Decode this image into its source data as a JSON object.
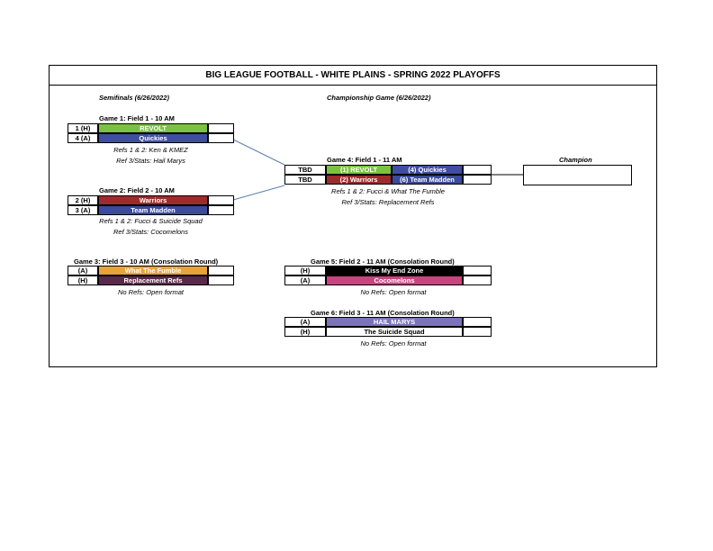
{
  "title": "BIG LEAGUE FOOTBALL - WHITE PLAINS - SPRING 2022 PLAYOFFS",
  "semifinals_header": "Semifinals (6/26/2022)",
  "championship_header": "Championship Game (6/26/2022)",
  "champion_label": "Champion",
  "colors": {
    "revolt": "#7cc242",
    "quickies": "#3f4ea0",
    "warriors": "#9e2b2b",
    "team_madden": "#3b4a9c",
    "what_the_fumble": "#e8a33a",
    "replacement_refs": "#5a2a4a",
    "kiss_my_end_zone": "#000000",
    "cocomelons": "#c9447f",
    "hail_marys": "#7b74b8",
    "connector": "#5a7fb0"
  },
  "game1": {
    "title": "Game 1: Field 1 - 10 AM",
    "rows": [
      {
        "seed": "1 (H)",
        "team": "REVOLT"
      },
      {
        "seed": "4 (A)",
        "team": "Quickies"
      }
    ],
    "notes": [
      "Refs 1 & 2: Ken & KMEZ",
      "Ref 3/Stats: Hail Marys"
    ]
  },
  "game2": {
    "title": "Game 2: Field 2 - 10 AM",
    "rows": [
      {
        "seed": "2 (H)",
        "team": "Warriors"
      },
      {
        "seed": "3 (A)",
        "team": "Team Madden"
      }
    ],
    "notes": [
      "Refs 1 & 2: Fucci & Suicide Squad",
      "Ref 3/Stats: Cocomelons"
    ]
  },
  "game3": {
    "title": "Game 3: Field 3 - 10 AM (Consolation Round)",
    "rows": [
      {
        "seed": "(A)",
        "team": "What The Fumble"
      },
      {
        "seed": "(H)",
        "team": "Replacement Refs"
      }
    ],
    "notes": [
      "No Refs: Open format"
    ]
  },
  "game4": {
    "title": "Game 4: Field 1 - 11 AM",
    "rows": [
      {
        "seed": "TBD",
        "team_a": "(1) REVOLT",
        "team_b": "(4) Quickies"
      },
      {
        "seed": "TBD",
        "team_a": "(2) Warriors",
        "team_b": "(6) Team Madden"
      }
    ],
    "notes": [
      "Refs 1 & 2: Fucci & What The Fumble",
      "Ref 3/Stats: Replacement Refs"
    ]
  },
  "game5": {
    "title": "Game 5: Field 2 - 11 AM (Consolation Round)",
    "rows": [
      {
        "seed": "(H)",
        "team": "Kiss My End Zone"
      },
      {
        "seed": "(A)",
        "team": "Cocomelons"
      }
    ],
    "notes": [
      "No Refs: Open format"
    ]
  },
  "game6": {
    "title": "Game 6: Field 3 - 11 AM (Consolation Round)",
    "rows": [
      {
        "seed": "(A)",
        "team": "HAIL MARYS"
      },
      {
        "seed": "(H)",
        "team": "The Suicide Squad"
      }
    ],
    "notes": [
      "No Refs: Open format"
    ]
  }
}
